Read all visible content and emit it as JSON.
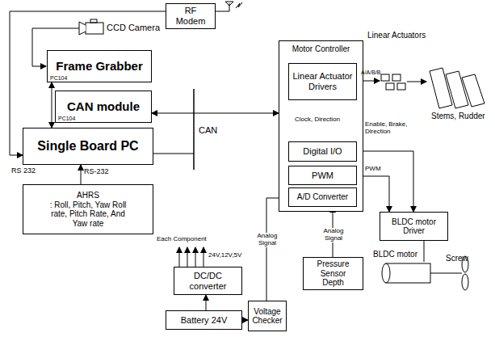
{
  "diagram": {
    "nodes": [
      {
        "text": [
          "RF Modem"
        ]
      },
      {
        "text": [
          "Frame Grabber",
          "PC104"
        ]
      },
      {
        "text": [
          "CAN module",
          "PC104"
        ]
      },
      {
        "text": [
          "Single Board PC"
        ]
      },
      {
        "text": [
          "AHRS",
          ": Roll, Pitch, Yaw Roll rate, Pitch Rate, And Yaw rate"
        ]
      },
      {
        "text": [
          "Motor Controller"
        ]
      },
      {
        "text": [
          "Linear Actuator Drivers"
        ],
        "in": 5
      },
      {
        "text": [
          "Digital I/O"
        ],
        "in": 5
      },
      {
        "text": [
          "PWM"
        ],
        "in": 5
      },
      {
        "text": [
          "A/D Converter"
        ],
        "in": 5
      },
      {
        "text": [
          "DC/DC converter"
        ]
      },
      {
        "text": [
          "Battery 24V"
        ]
      },
      {
        "text": [
          "Voltage Checker"
        ]
      },
      {
        "text": [
          "Pressure Sensor Depth"
        ]
      },
      {
        "text": [
          "BLDC motor Driver"
        ]
      }
    ],
    "edges": [
      {
        "from": 0,
        "to": 3,
        "arrow": "to",
        "label": "RS 232"
      },
      {
        "from": 1,
        "to": 3,
        "arrow": "both"
      },
      {
        "from": 2,
        "to": 5,
        "arrow": "both"
      },
      {
        "from": 4,
        "to": 3,
        "arrow": "to",
        "label": "RS-232"
      },
      {
        "from": 7,
        "to": 6,
        "arrow": "to",
        "label": "Clock, Direction"
      },
      {
        "from": 7,
        "to": 14,
        "arrow": "to",
        "label": "Enable, Brake, Direction"
      },
      {
        "from": 8,
        "to": 14,
        "arrow": "to",
        "label": "PWM"
      },
      {
        "from": 13,
        "to": 9,
        "arrow": "to",
        "label": "Analog Signal"
      },
      {
        "from": 12,
        "to": 9,
        "arrow": "to",
        "label": "Analog Signal"
      },
      {
        "from": 11,
        "to": 10,
        "arrow": "to"
      },
      {
        "from": 11,
        "to": 12,
        "arrow": "to"
      }
    ],
    "labels": [
      "CCD Camera",
      "CAN",
      "Linear Actuators",
      "A/A/B/B",
      "Stems, Rudder",
      "Each Component",
      "24V,12V,5V",
      "BLDC motor",
      "Screw"
    ]
  }
}
